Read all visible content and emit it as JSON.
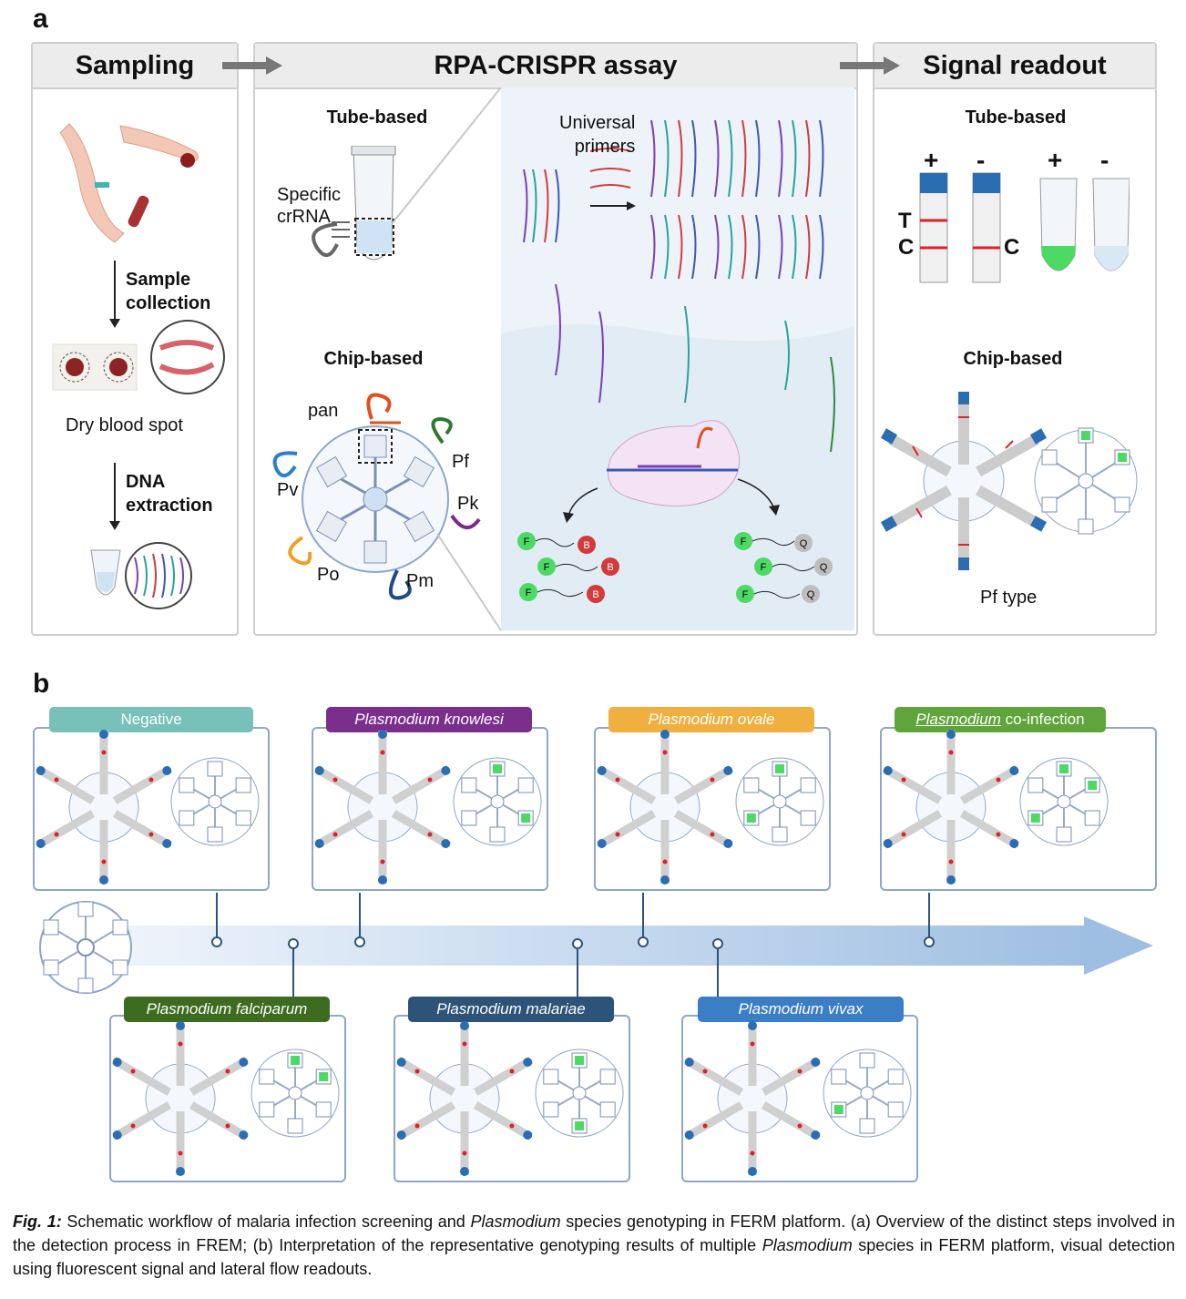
{
  "panel_a": {
    "letter": "a",
    "sampling": {
      "title": "Sampling",
      "step1": [
        "Sample",
        "collection"
      ],
      "dbs_label": "Dry blood spot",
      "step2": [
        "DNA",
        "extraction"
      ]
    },
    "assay": {
      "title": "RPA-CRISPR assay",
      "tube_title": "Tube-based",
      "crrna_label": [
        "Specific",
        "crRNA"
      ],
      "chip_title": "Chip-based",
      "species_labels": [
        "pan",
        "Pf",
        "Pk",
        "Pm",
        "Po",
        "Pv"
      ],
      "primers_label": [
        "Universal",
        "primers"
      ],
      "reporter_letters": {
        "fluor": "F",
        "quencher_dark": "B",
        "quencher_light": "Q"
      }
    },
    "readout": {
      "title": "Signal readout",
      "tube_title": "Tube-based",
      "plus": "+",
      "minus": "-",
      "test_line": "T",
      "control_line": "C",
      "chip_title": "Chip-based",
      "result_label": "Pf type"
    }
  },
  "panel_b": {
    "letter": "b",
    "results_top": [
      {
        "label": "Negative",
        "color": "#77c1b8"
      },
      {
        "label_italic": "Plasmodium knowlesi",
        "color": "#7b2f8d"
      },
      {
        "label_italic": "Plasmodium ovale",
        "color": "#f0b040"
      },
      {
        "label_italic": "Plasmodium",
        "label_rest": " co-infection",
        "color": "#5fa53c"
      }
    ],
    "results_bottom": [
      {
        "label_italic": "Plasmodium falciparum",
        "color": "#3d6b20"
      },
      {
        "label_italic": "Plasmodium malariae",
        "color": "#2d5478"
      },
      {
        "label_italic": "Plasmodium vivax",
        "color": "#3b7ec6"
      }
    ]
  },
  "caption": {
    "fig": "Fig. 1:",
    "t1": " Schematic workflow of malaria infection screening and ",
    "i1": "Plasmodium",
    "t2": " species genotyping in FERM platform. (a) Overview of the distinct steps involved in the detection process in FREM; (b) Interpretation of the representative genotyping results of multiple ",
    "i2": "Plasmodium",
    "t3": " species in FERM platform, visual detection using fluorescent signal and lateral flow readouts."
  },
  "colors": {
    "panel_border": "#cfcfcf",
    "box_border": "#8ea6c9",
    "arrow": "#9fbfe2",
    "green_signal": "#4cd964",
    "red_line": "#e0202a",
    "strip_blue": "#2a6db3"
  }
}
